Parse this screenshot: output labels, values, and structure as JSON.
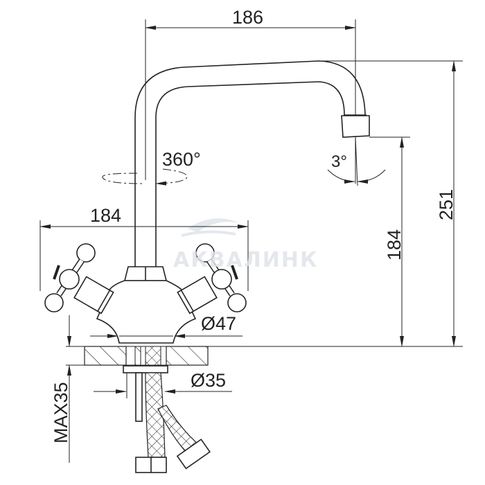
{
  "watermark": {
    "text": "АКВАЛИНК"
  },
  "dimensions": {
    "spout_reach": "186",
    "rotation": "360°",
    "tilt": "3°",
    "handle_span": "184",
    "spout_height": "184",
    "total_height": "251",
    "base_diameter": "Ø47",
    "hole_diameter": "Ø35",
    "max_thickness": "MAX35"
  }
}
